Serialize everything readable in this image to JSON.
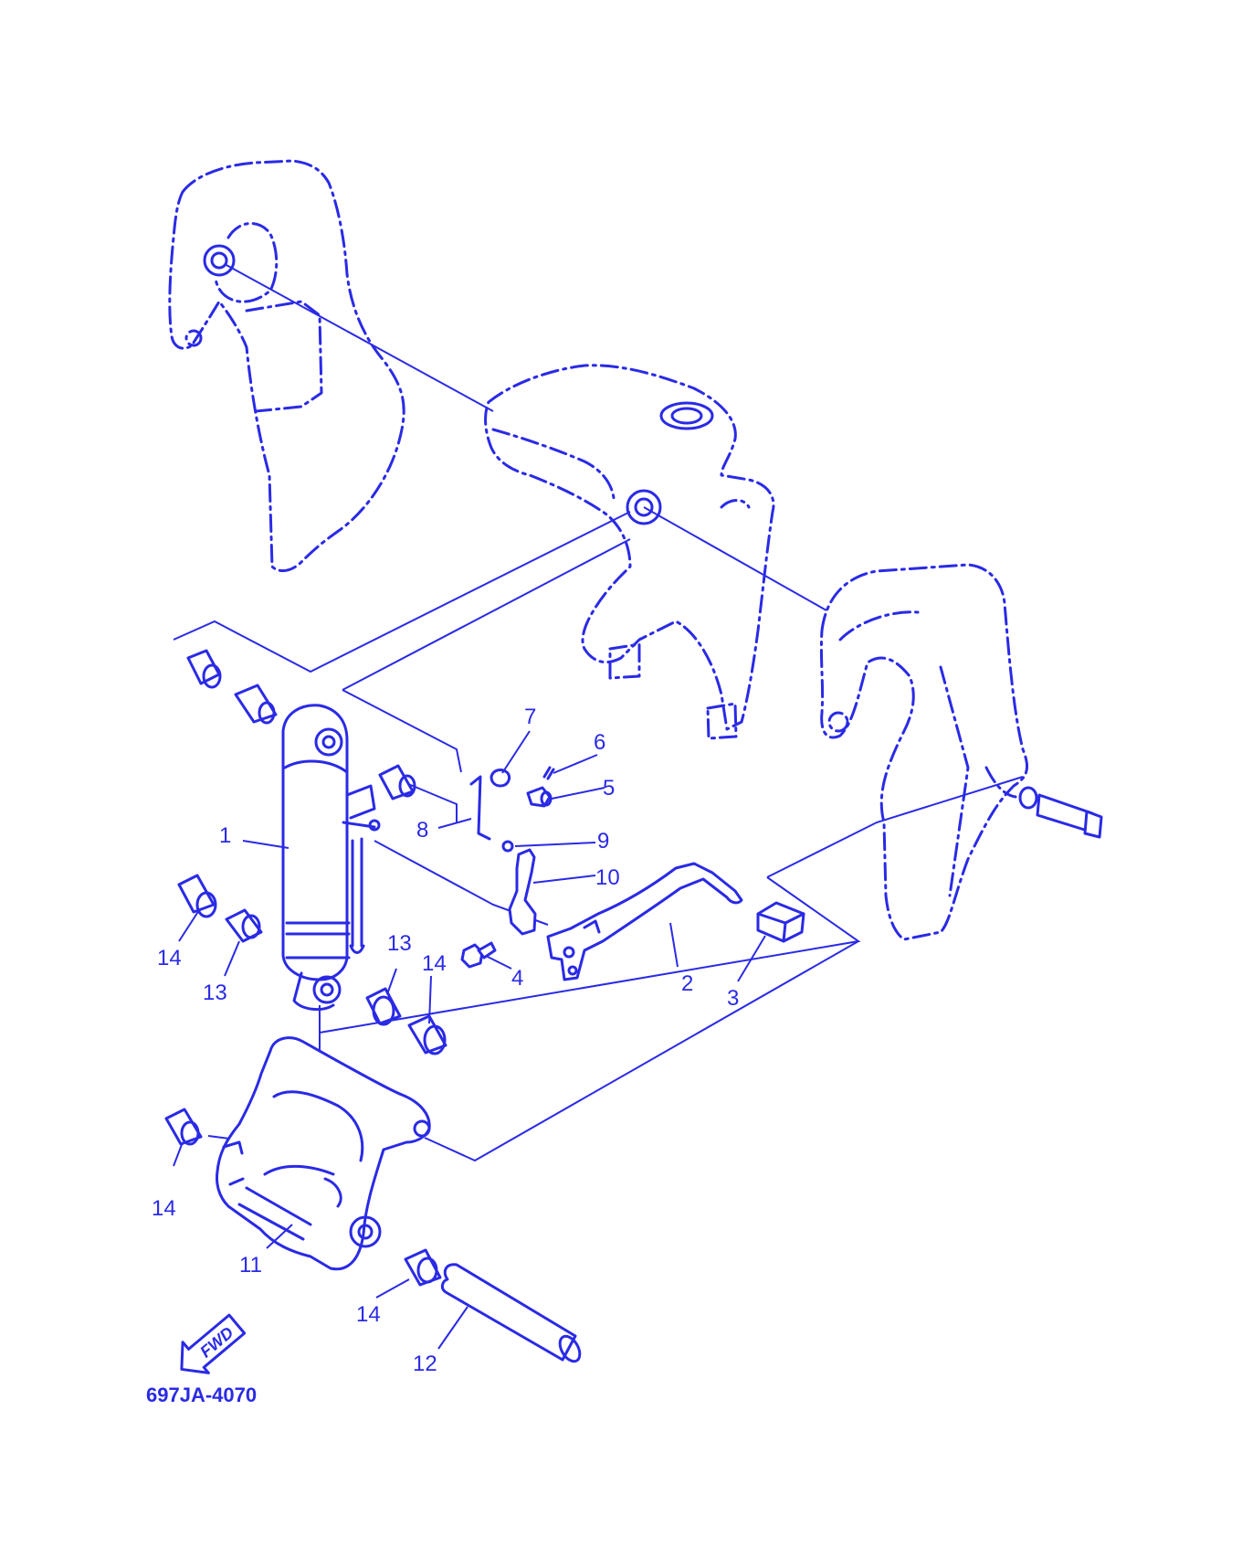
{
  "diagram": {
    "drawing_code": "697JA-4070",
    "direction_badge": "FWD",
    "ink_color": "#2a2ae6",
    "callouts": {
      "c1": "1",
      "c2": "2",
      "c3": "3",
      "c4": "4",
      "c5": "5",
      "c6": "6",
      "c7": "7",
      "c8": "8",
      "c9": "9",
      "c10": "10",
      "c11": "11",
      "c12": "12",
      "c13a": "13",
      "c13b": "13",
      "c14a": "14",
      "c14b": "14",
      "c14c": "14",
      "c14d": "14"
    }
  }
}
